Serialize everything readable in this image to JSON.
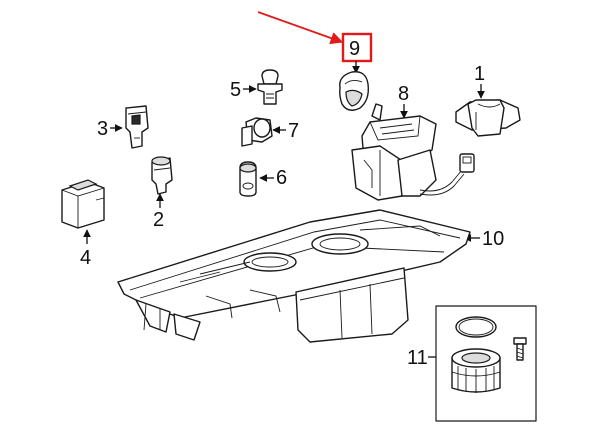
{
  "diagram": {
    "highlight_color": "#e11b1b",
    "highlighted_callout": "9",
    "callouts": {
      "c1": "1",
      "c2": "2",
      "c3": "3",
      "c4": "4",
      "c5": "5",
      "c6": "6",
      "c7": "7",
      "c8": "8",
      "c9": "9",
      "c10": "10",
      "c11": "11"
    }
  }
}
